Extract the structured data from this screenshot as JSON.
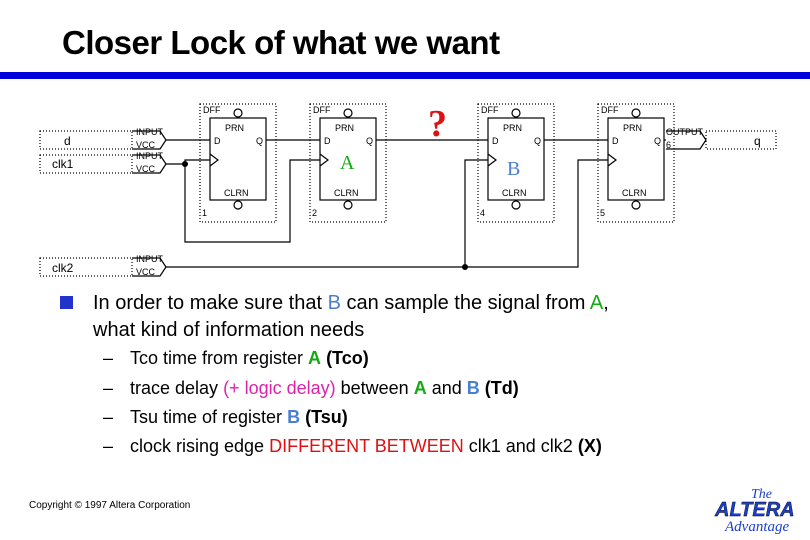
{
  "slide": {
    "title": "Closer Lock of what we want",
    "copyright": "Copyright © 1997 Altera Corporation"
  },
  "schematic": {
    "input_pins": [
      "d",
      "clk1",
      "clk2"
    ],
    "output_pin": "q",
    "input_label": "INPUT",
    "vcc_label": "VCC",
    "output_label": "OUTPUT",
    "dff_label": "DFF",
    "prn_label": "PRN",
    "clrn_label": "CLRN",
    "d_label": "D",
    "q_label": "Q",
    "register_a": "A",
    "register_b": "B",
    "question_mark": "?",
    "node_numbers": [
      "1",
      "2",
      "4",
      "5",
      "6"
    ]
  },
  "bullet": {
    "text_1": "In order to make sure that ",
    "b": "B",
    "text_2": " can sample the signal from ",
    "a": "A",
    "text_3": ",",
    "text_4": "what kind of information needs"
  },
  "sub_items": {
    "dash": "–",
    "tco_prefix": "Tco time from register ",
    "tco_a": "A",
    "tco_abbr": "(Tco)",
    "trace_prefix": "trace delay ",
    "trace_logic": "(+ logic delay)",
    "trace_between": " between ",
    "trace_a": "A",
    "trace_and": " and ",
    "trace_b": "B",
    "trace_abbr": "(Td)",
    "tsu_prefix": "Tsu time of register ",
    "tsu_b": "B",
    "tsu_abbr": "(Tsu)",
    "clock_prefix": "clock rising edge ",
    "clock_diff": "DIFFERENT BETWEEN",
    "clock_suffix": " clk1 and clk2 ",
    "clock_abbr": "(X)"
  },
  "logo": {
    "the": "The",
    "altera": "ALTERA",
    "advantage": "Advantage"
  },
  "colors": {
    "rule": "#0000dd",
    "green": "#11aa11",
    "blue": "#4a7fd0",
    "red": "#dd1111",
    "pink": "#dd22aa",
    "logo_blue": "#1a3fd0"
  }
}
